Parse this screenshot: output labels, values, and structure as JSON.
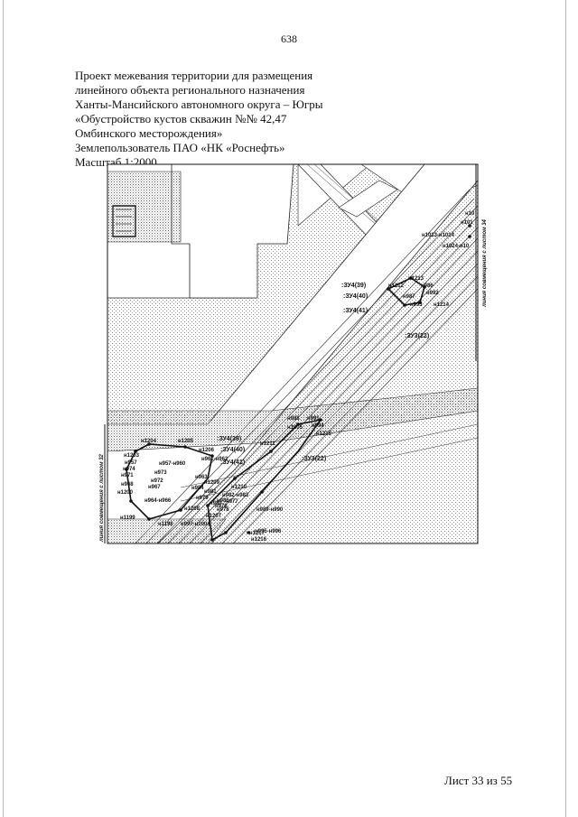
{
  "page": {
    "number": "638"
  },
  "header": {
    "lines": [
      "Проект межевания территории для размещения",
      "линейного объекта регионального назначения",
      "Ханты-Мансийского автономного округа – Югры",
      "«Обустройство кустов скважин №№ 42,47",
      "Омбинского месторождения»",
      "Землепользователь ПАО «НК «Роснефть»",
      "Масштаб 1:2000"
    ]
  },
  "map": {
    "parcel_labels": [
      ":ЗУ4(39)",
      ":ЗУ4(40)",
      ":ЗУ4(41)",
      ":ЗУ3(22)"
    ],
    "edge_labels": {
      "left": "линия совмещения с листом 32",
      "right": "линия совмещения с листом 34"
    },
    "points_right": [
      "н1213",
      "н1212",
      "н986",
      "н992",
      "н987",
      "н993",
      "н1214",
      "н1013-н1014",
      "н1024-н10",
      "н101",
      "н10"
    ],
    "points_center": [
      "н988",
      "н991",
      "н1005",
      "н994",
      "н1211",
      "н1215",
      "н1206",
      "н961-н962",
      "н963",
      "н1209",
      "н981",
      "н982-н983",
      "н1210",
      "н978",
      "н977",
      "н989-н990",
      "н1207",
      "н997-н1004",
      "н995-н996",
      "н1217",
      "н1216"
    ],
    "points_left": [
      "н1204",
      "н1205",
      "н1203",
      "н957",
      "н974",
      "н971",
      "н968",
      "н1200",
      "н957-н960",
      "н973",
      "н972",
      "н967",
      "н964-н966",
      "н1208",
      "н1199",
      "н1198",
      "н984",
      "н979",
      "н985",
      "н980",
      "н976"
    ]
  },
  "footer": {
    "sheet": "Лист 33 из 55"
  }
}
